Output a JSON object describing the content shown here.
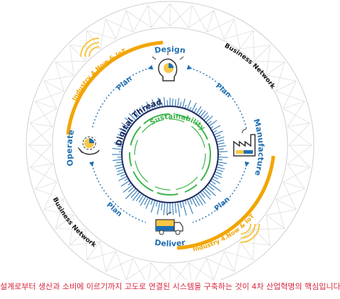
{
  "center": {
    "outer_ring_label": "Digital Thread",
    "inner_ring_label": "Sustainability"
  },
  "stages": {
    "design": "Design",
    "manufacture": "Manufacture",
    "deliver": "Deliver",
    "operate": "Operate"
  },
  "plan_labels": {
    "top_left": "Plan",
    "top_right": "Plan",
    "bottom_left": "Plan",
    "bottom_right": "Plan"
  },
  "outer_labels": {
    "industry_top": "Industry 4.Now & IoT",
    "industry_bottom": "Industry 4.Now & IoT",
    "business_top": "Business Network",
    "business_bottom": "Business Network"
  },
  "caption": "설계로부터 생산과 소비에 이르기까지 고도로 연결된 시스템을 구축하는 것이 4차 산업혁명의 핵심입니다.",
  "colors": {
    "blue": "#1f6fb3",
    "dark_navy": "#1d2a5e",
    "green": "#3cb54a",
    "orange": "#f2a500",
    "yellow": "#f7c744",
    "caption_red": "#d7263d",
    "gray": "#8a8a8a"
  }
}
